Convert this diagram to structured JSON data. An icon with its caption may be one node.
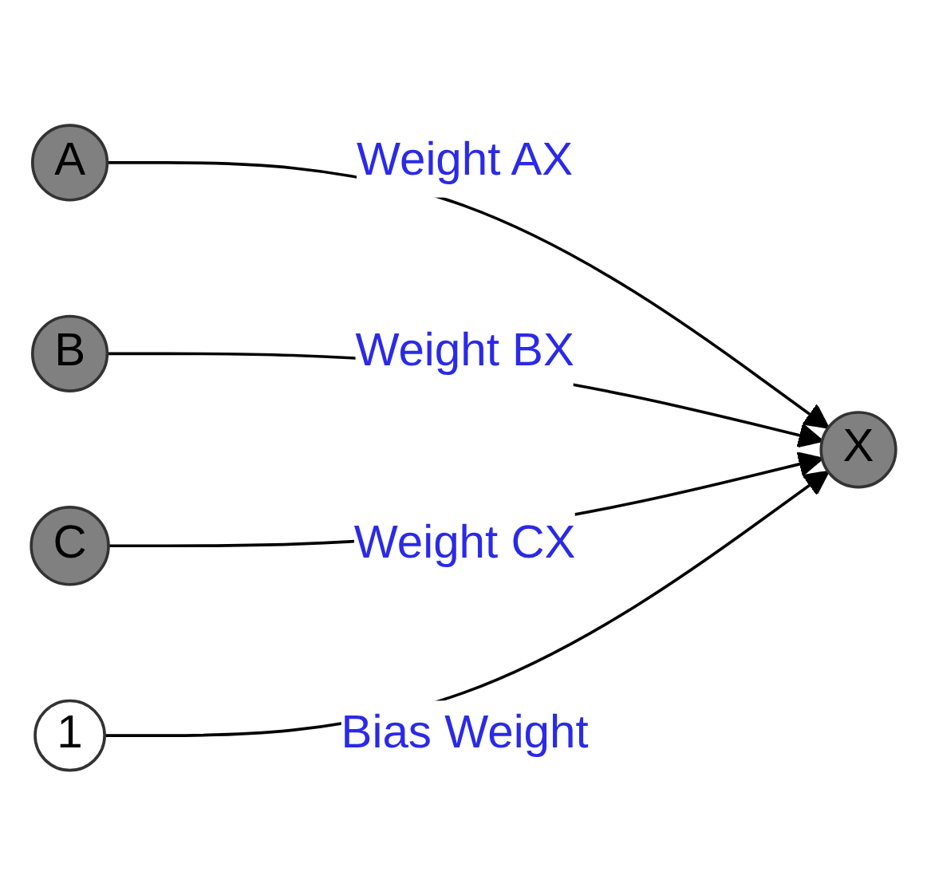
{
  "diagram": {
    "nodes": [
      {
        "text": [
          "1"
        ]
      },
      {
        "text": [
          "A"
        ]
      },
      {
        "text": [
          "B"
        ]
      },
      {
        "text": [
          "C"
        ]
      },
      {
        "text": [
          "X"
        ]
      }
    ],
    "edges": [
      {
        "from": 1,
        "to": 4,
        "arrow": "to",
        "label": "Weight AX"
      },
      {
        "from": 2,
        "to": 4,
        "arrow": "to",
        "label": "Weight BX"
      },
      {
        "from": 3,
        "to": 4,
        "arrow": "to",
        "label": "Weight CX"
      },
      {
        "from": 0,
        "to": 4,
        "arrow": "to",
        "label": "Bias Weight"
      }
    ]
  }
}
